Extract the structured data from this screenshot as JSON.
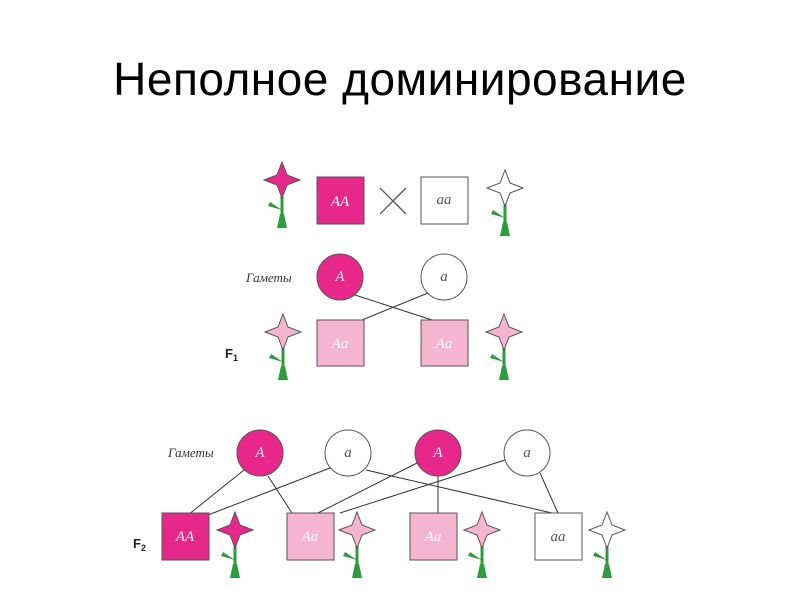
{
  "title": "Неполное доминирование",
  "labels": {
    "gametes": "Гаметы",
    "f1_letter": "F",
    "f1_sub": "1",
    "f2_letter": "F",
    "f2_sub": "2"
  },
  "genotypes": {
    "AA": "AA",
    "aa": "aa",
    "Aa": "Aa",
    "A": "A",
    "a": "a"
  },
  "colors": {
    "dominant": "#e8278a",
    "heterozygous": "#f5b5d0",
    "recessive": "#ffffff",
    "stroke": "#555555",
    "stem": "#2e9b3c",
    "line": "#333333"
  },
  "icons": {
    "flower": "flower-icon",
    "cross": "cross-icon"
  }
}
